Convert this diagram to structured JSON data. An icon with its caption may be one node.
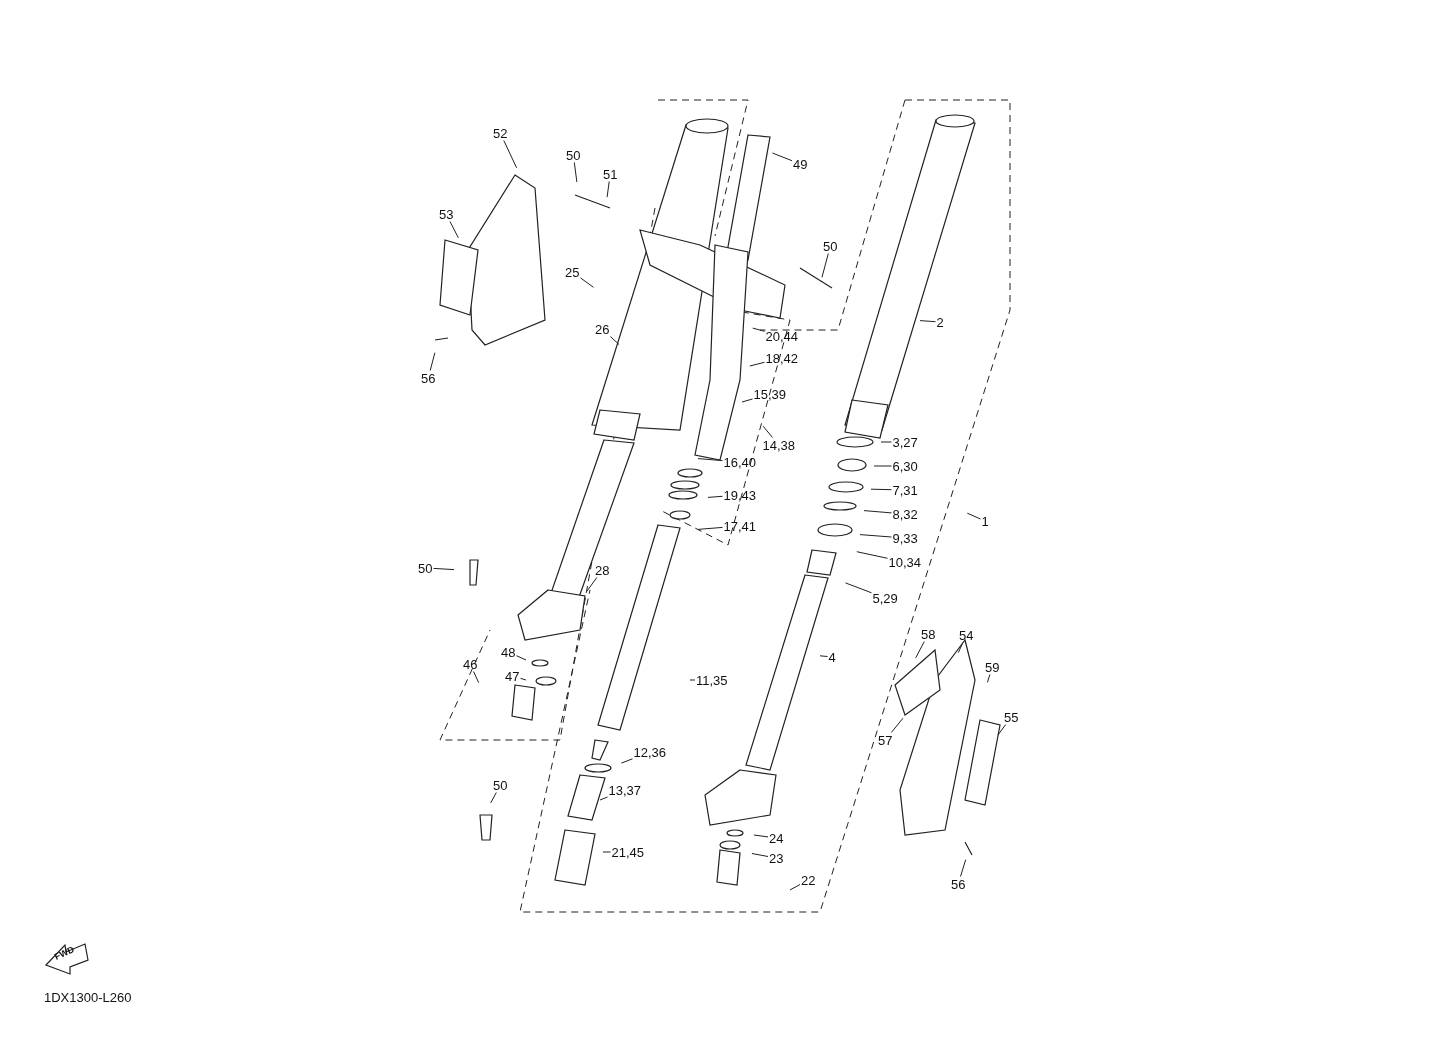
{
  "diagram": {
    "nodes": [
      {
        "text": [
          "52"
        ]
      },
      {
        "text": [
          "50"
        ]
      },
      {
        "text": [
          "51"
        ]
      },
      {
        "text": [
          "49"
        ]
      },
      {
        "text": [
          "53"
        ]
      },
      {
        "text": [
          "25"
        ]
      },
      {
        "text": [
          "50"
        ]
      },
      {
        "text": [
          "26"
        ]
      },
      {
        "text": [
          "2"
        ]
      },
      {
        "text": [
          "56"
        ]
      },
      {
        "text": [
          "20,44"
        ]
      },
      {
        "text": [
          "18,42"
        ]
      },
      {
        "text": [
          "15,39"
        ]
      },
      {
        "text": [
          "14,38"
        ]
      },
      {
        "text": [
          "3,27"
        ]
      },
      {
        "text": [
          "6,30"
        ]
      },
      {
        "text": [
          "16,40"
        ]
      },
      {
        "text": [
          "7,31"
        ]
      },
      {
        "text": [
          "19,43"
        ]
      },
      {
        "text": [
          "8,32"
        ]
      },
      {
        "text": [
          "1"
        ]
      },
      {
        "text": [
          "17,41"
        ]
      },
      {
        "text": [
          "9,33"
        ]
      },
      {
        "text": [
          "10,34"
        ]
      },
      {
        "text": [
          "50"
        ]
      },
      {
        "text": [
          "28"
        ]
      },
      {
        "text": [
          "5,29"
        ]
      },
      {
        "text": [
          "58"
        ]
      },
      {
        "text": [
          "54"
        ]
      },
      {
        "text": [
          "48"
        ]
      },
      {
        "text": [
          "4"
        ]
      },
      {
        "text": [
          "46"
        ]
      },
      {
        "text": [
          "47"
        ]
      },
      {
        "text": [
          "59"
        ]
      },
      {
        "text": [
          "11,35"
        ]
      },
      {
        "text": [
          "55"
        ]
      },
      {
        "text": [
          "57"
        ]
      },
      {
        "text": [
          "12,36"
        ]
      },
      {
        "text": [
          "13,37"
        ]
      },
      {
        "text": [
          "50"
        ]
      },
      {
        "text": [
          "24"
        ]
      },
      {
        "text": [
          "23"
        ]
      },
      {
        "text": [
          "22"
        ]
      },
      {
        "text": [
          "21,45"
        ]
      },
      {
        "text": [
          "56"
        ]
      }
    ],
    "edges": [
      {
        "from": 0,
        "to": null,
        "arrow": "none"
      },
      {
        "from": 1,
        "to": null,
        "arrow": "none"
      },
      {
        "from": 2,
        "to": null,
        "arrow": "none"
      },
      {
        "from": 3,
        "to": null,
        "arrow": "none"
      },
      {
        "from": 4,
        "to": null,
        "arrow": "none"
      },
      {
        "from": 5,
        "to": null,
        "arrow": "none"
      },
      {
        "from": 6,
        "to": null,
        "arrow": "none"
      },
      {
        "from": 7,
        "to": null,
        "arrow": "none"
      },
      {
        "from": 8,
        "to": null,
        "arrow": "none"
      },
      {
        "from": 9,
        "to": null,
        "arrow": "none"
      },
      {
        "from": 10,
        "to": null,
        "arrow": "none"
      },
      {
        "from": 11,
        "to": null,
        "arrow": "none"
      },
      {
        "from": 12,
        "to": null,
        "arrow": "none"
      },
      {
        "from": 13,
        "to": null,
        "arrow": "none"
      },
      {
        "from": 14,
        "to": null,
        "arrow": "none"
      },
      {
        "from": 15,
        "to": null,
        "arrow": "none"
      },
      {
        "from": 16,
        "to": null,
        "arrow": "none"
      },
      {
        "from": 17,
        "to": null,
        "arrow": "none"
      },
      {
        "from": 18,
        "to": null,
        "arrow": "none"
      },
      {
        "from": 19,
        "to": null,
        "arrow": "none"
      },
      {
        "from": 20,
        "to": null,
        "arrow": "none"
      },
      {
        "from": 21,
        "to": null,
        "arrow": "none"
      },
      {
        "from": 22,
        "to": null,
        "arrow": "none"
      },
      {
        "from": 23,
        "to": null,
        "arrow": "none"
      },
      {
        "from": 24,
        "to": null,
        "arrow": "none"
      },
      {
        "from": 25,
        "to": null,
        "arrow": "none"
      },
      {
        "from": 26,
        "to": null,
        "arrow": "none"
      },
      {
        "from": 27,
        "to": null,
        "arrow": "none"
      },
      {
        "from": 28,
        "to": null,
        "arrow": "none"
      },
      {
        "from": 29,
        "to": null,
        "arrow": "none"
      },
      {
        "from": 30,
        "to": null,
        "arrow": "none"
      },
      {
        "from": 31,
        "to": null,
        "arrow": "none"
      },
      {
        "from": 32,
        "to": null,
        "arrow": "none"
      },
      {
        "from": 33,
        "to": null,
        "arrow": "none"
      },
      {
        "from": 34,
        "to": null,
        "arrow": "none"
      },
      {
        "from": 35,
        "to": null,
        "arrow": "none"
      },
      {
        "from": 36,
        "to": null,
        "arrow": "none"
      },
      {
        "from": 37,
        "to": null,
        "arrow": "none"
      },
      {
        "from": 38,
        "to": null,
        "arrow": "none"
      },
      {
        "from": 39,
        "to": null,
        "arrow": "none"
      },
      {
        "from": 40,
        "to": null,
        "arrow": "none"
      },
      {
        "from": 41,
        "to": null,
        "arrow": "none"
      },
      {
        "from": 42,
        "to": null,
        "arrow": "none"
      },
      {
        "from": 43,
        "to": null,
        "arrow": "none"
      },
      {
        "from": 44,
        "to": null,
        "arrow": "none"
      }
    ],
    "labels": [
      "FWD",
      "1DX1300-L260"
    ]
  }
}
